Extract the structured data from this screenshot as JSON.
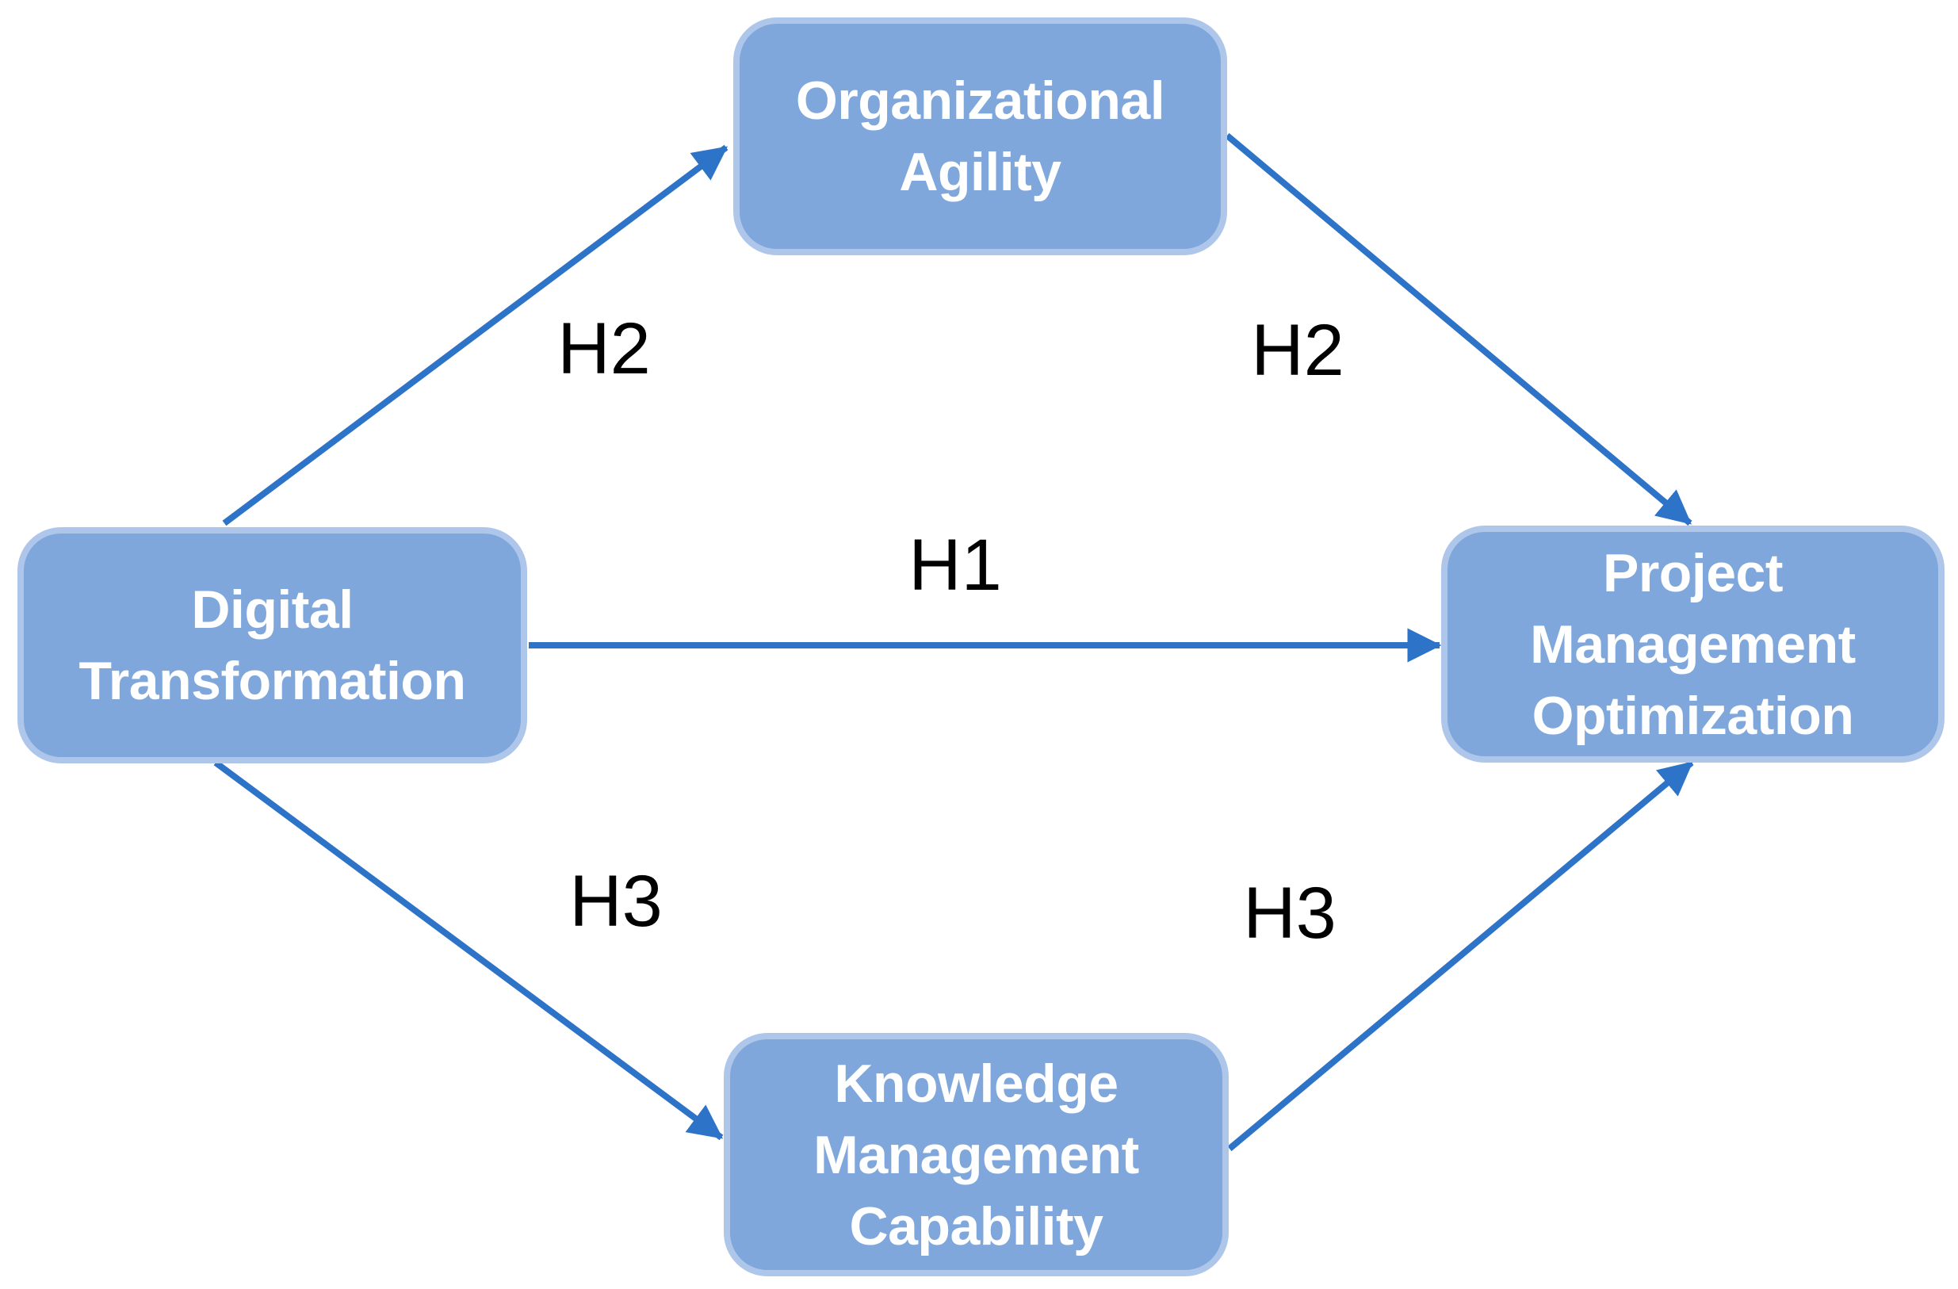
{
  "diagram": {
    "type": "hypothesis-path-model",
    "nodes": [
      {
        "id": "digital-transformation",
        "label": "Digital\nTransformation"
      },
      {
        "id": "organizational-agility",
        "label": "Organizational\nAgility"
      },
      {
        "id": "knowledge-management-capability",
        "label": "Knowledge\nManagement\nCapability"
      },
      {
        "id": "project-management-optimization",
        "label": "Project\nManagement\nOptimization"
      }
    ],
    "edges": [
      {
        "from": "digital-transformation",
        "to": "organizational-agility",
        "label": "H2"
      },
      {
        "from": "organizational-agility",
        "to": "project-management-optimization",
        "label": "H2"
      },
      {
        "from": "digital-transformation",
        "to": "project-management-optimization",
        "label": "H1"
      },
      {
        "from": "digital-transformation",
        "to": "knowledge-management-capability",
        "label": "H3"
      },
      {
        "from": "knowledge-management-capability",
        "to": "project-management-optimization",
        "label": "H3"
      }
    ],
    "colors": {
      "node_fill": "#7FA7DB",
      "node_border": "#AEC6EA",
      "node_text": "#FFFFFF",
      "arrow": "#2D73C8",
      "edge_label_text": "#000000",
      "background": "#FFFFFF"
    }
  }
}
